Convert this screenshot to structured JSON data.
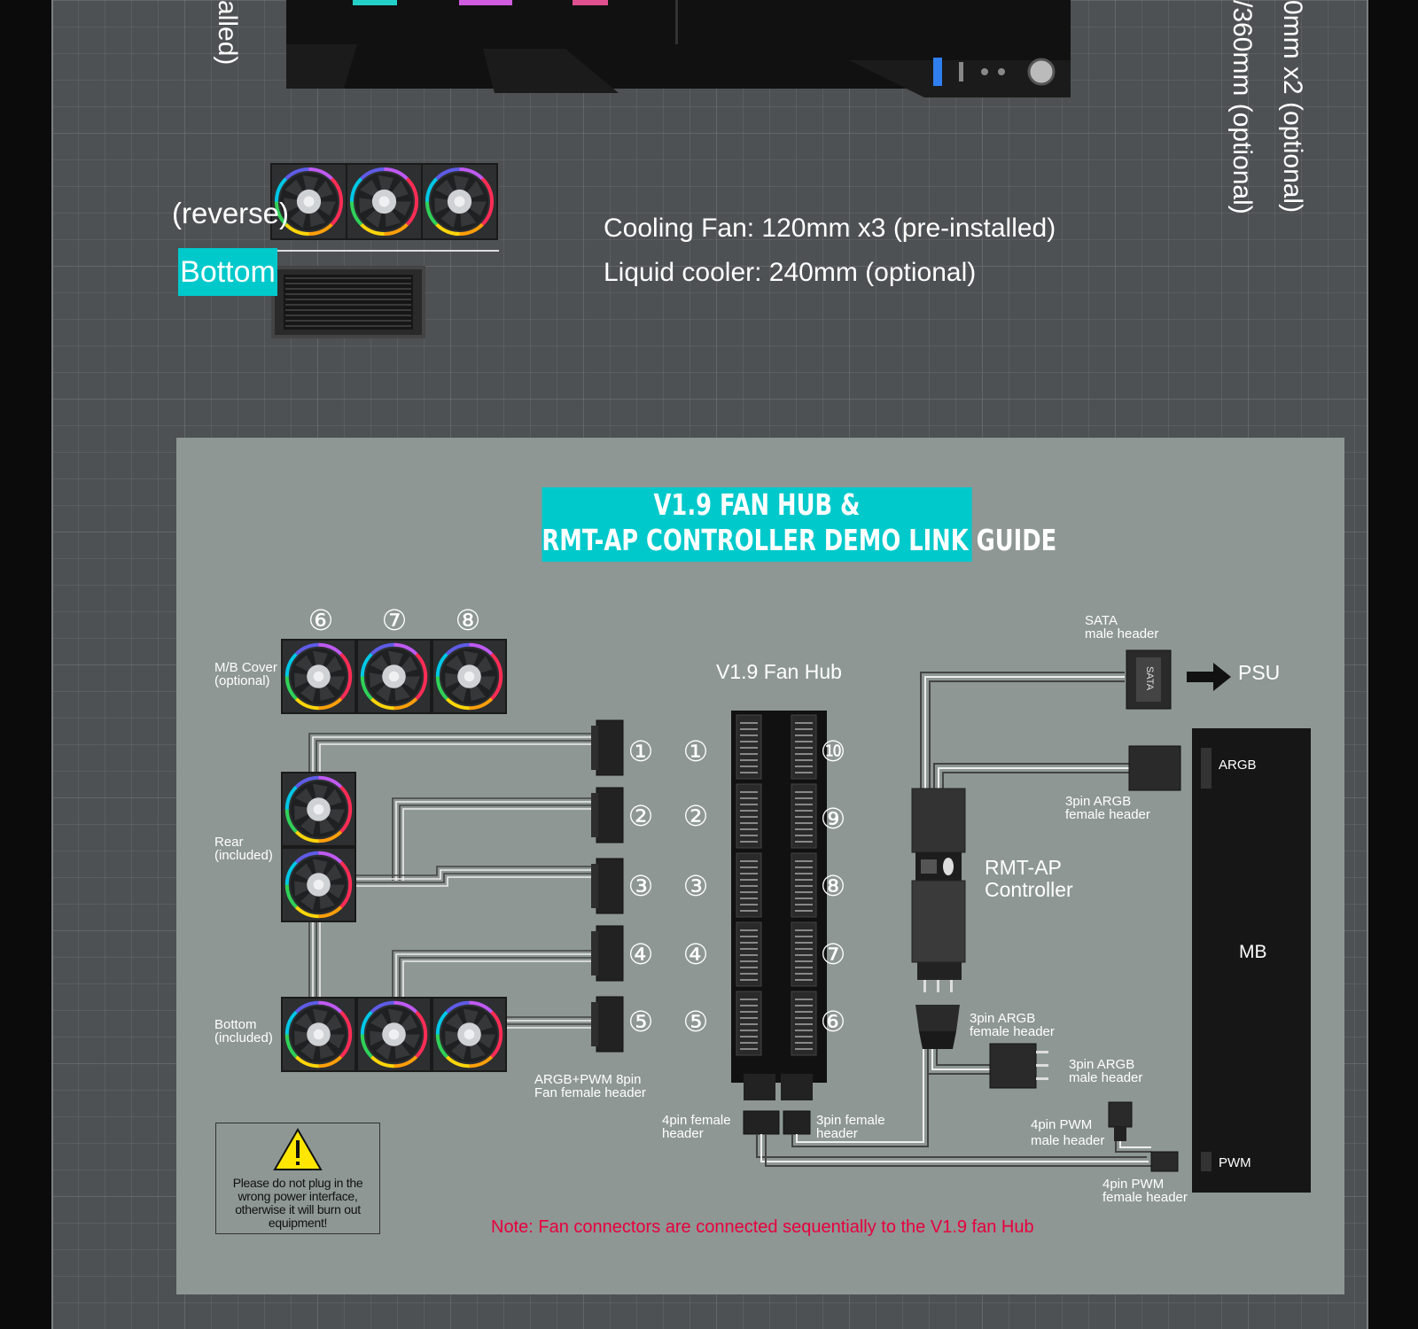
{
  "top": {
    "vertical_left": "alled)",
    "vertical_right_1": "0mm x2 (optional)",
    "vertical_right_2": "/360mm (optional)",
    "reverse_label": "(reverse)",
    "bottom_chip": "Bottom",
    "spec_fan": "Cooling Fan: 120mm x3 (pre-installed)",
    "spec_cooler": "Liquid cooler: 240mm (optional)"
  },
  "guide": {
    "title_line1": "V1.9 FAN HUB &",
    "title_line2": "RMT-AP CONTROLLER DEMO LINK GUIDE",
    "hub_label": "V1.9 Fan Hub",
    "mb_cover_1": "M/B Cover",
    "mb_cover_2": "(optional)",
    "rear_1": "Rear",
    "rear_2": "(included)",
    "bottom_1": "Bottom",
    "bottom_2": "(included)",
    "top_fan_numbers": [
      "⑥",
      "⑦",
      "⑧"
    ],
    "connector_numbers": [
      "①",
      "②",
      "③",
      "④",
      "⑤"
    ],
    "hub_left_numbers": [
      "①",
      "②",
      "③",
      "④",
      "⑤"
    ],
    "hub_right_numbers": [
      "⑩",
      "⑨",
      "⑧",
      "⑦",
      "⑥"
    ],
    "argb_pwm_1": "ARGB+PWM 8pin",
    "argb_pwm_2": "Fan female header",
    "pin4_female_1": "4pin female",
    "pin4_female_2": "header",
    "pin3_female_1": "3pin female",
    "pin3_female_2": "header",
    "sata_1": "SATA",
    "sata_2": "male header",
    "sata_mark": "SATA",
    "psu": "PSU",
    "argb_mb": "ARGB",
    "argb_3pin_fem_1": "3pin ARGB",
    "argb_3pin_fem_2": "female header",
    "controller_1": "RMT-AP",
    "controller_2": "Controller",
    "ctrl_argb_fem_1": "3pin ARGB",
    "ctrl_argb_fem_2": "female header",
    "ctrl_argb_male_1": "3pin ARGB",
    "ctrl_argb_male_2": "male header",
    "pwm_male_1": "4pin PWM",
    "pwm_male_2": "male header",
    "pwm_female_1": "4pin PWM",
    "pwm_female_2": "female header",
    "mb": "MB",
    "pwm_mb": "PWM",
    "warning_text": "Please do not plug in the wrong power interface, otherwise it will burn out equipment!",
    "note": "Note: Fan connectors are connected sequentially to the V1.9 fan Hub"
  },
  "colors": {
    "accent": "#00c9cb",
    "panel": "#8e9794",
    "note_red": "#e8003d",
    "warning_yellow": "#ffe600"
  },
  "icons": {
    "fan": "rgb-fan-icon",
    "warning": "warning-triangle-icon",
    "arrow": "right-arrow-icon"
  }
}
